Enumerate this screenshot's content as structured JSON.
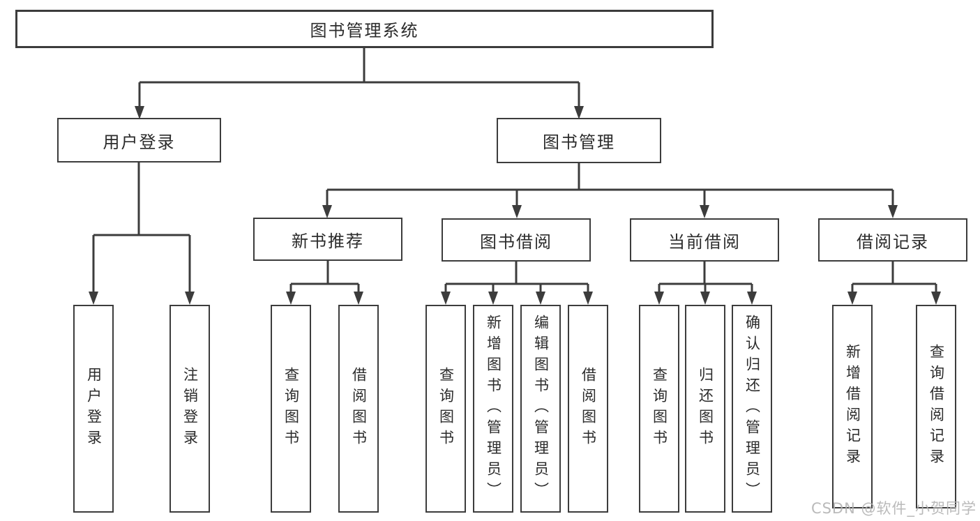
{
  "diagram": {
    "tree": {
      "label": "图书管理系统",
      "children": [
        {
          "label": "用户登录",
          "children": [
            {
              "label": "用户登录"
            },
            {
              "label": "注销登录"
            }
          ]
        },
        {
          "label": "图书管理",
          "children": [
            {
              "label": "新书推荐",
              "children": [
                {
                  "label": "查询图书"
                },
                {
                  "label": "借阅图书"
                }
              ]
            },
            {
              "label": "图书借阅",
              "children": [
                {
                  "label": "查询图书"
                },
                {
                  "label": "新增图书（管理员）"
                },
                {
                  "label": "编辑图书（管理员）"
                },
                {
                  "label": "借阅图书"
                }
              ]
            },
            {
              "label": "当前借阅",
              "children": [
                {
                  "label": "查询图书"
                },
                {
                  "label": "归还图书"
                },
                {
                  "label": "确认归还（管理员）"
                }
              ]
            },
            {
              "label": "借阅记录",
              "children": [
                {
                  "label": "新增借阅记录"
                },
                {
                  "label": "查询借阅记录"
                }
              ]
            }
          ]
        }
      ]
    },
    "colors": {
      "line": "#3c3c3c",
      "box_border": "#3c3c3c",
      "box_background": "#ffffff",
      "text": "#2b2b2b",
      "watermark": "#b3b3b3"
    }
  },
  "watermark": {
    "text": "CSDN @软件_小贺同学"
  }
}
